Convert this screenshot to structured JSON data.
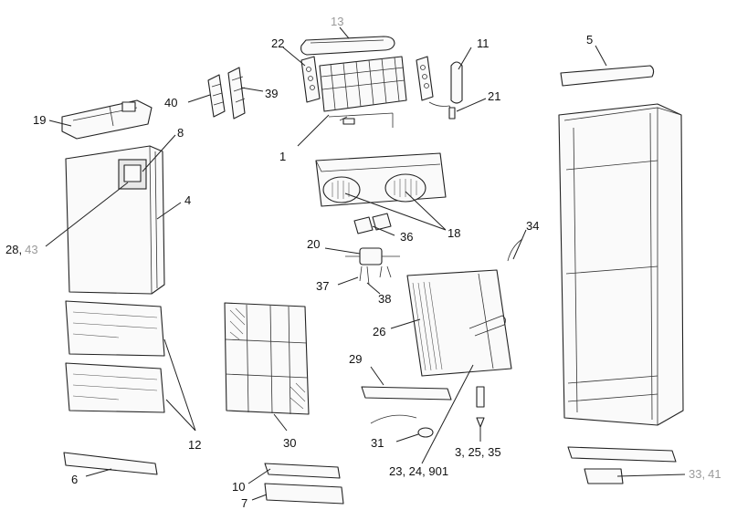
{
  "diagram": {
    "colors": {
      "line": "#222222",
      "label": "#111111",
      "muted_label": "#9a9a9a"
    },
    "labels": {
      "p13": "13",
      "p5": "5",
      "p22": "22",
      "p11": "11",
      "p40": "40",
      "p39": "39",
      "p21": "21",
      "p19": "19",
      "p8": "8",
      "p1": "1",
      "p4": "4",
      "p18": "18",
      "p28": "28",
      "p28_sep": ",",
      "p43": "43",
      "p34": "34",
      "p36": "36",
      "p20": "20",
      "p37": "37",
      "p38": "38",
      "p26": "26",
      "p29": "29",
      "p12": "12",
      "p30": "30",
      "p31": "31",
      "p3_25_35": "3, 25, 35",
      "p23_24_901": "23, 24, 901",
      "p6": "6",
      "p10": "10",
      "p7": "7",
      "p33": "33",
      "p33_sep": ",",
      "p41": "41"
    }
  }
}
